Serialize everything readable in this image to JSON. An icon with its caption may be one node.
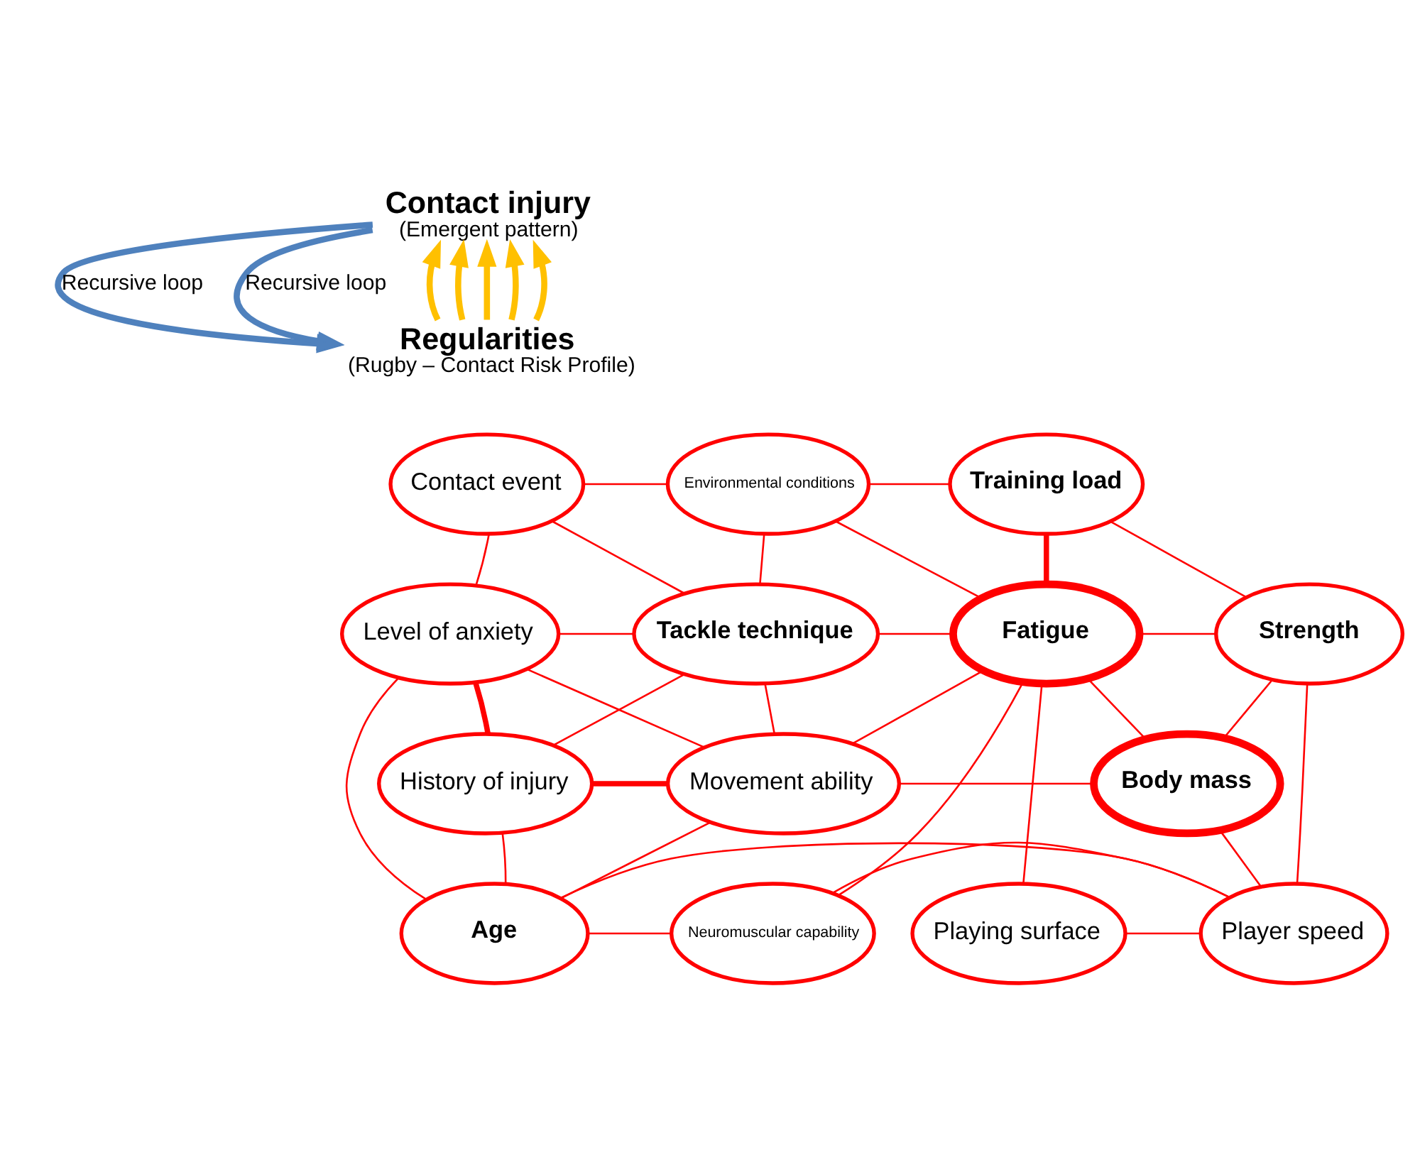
{
  "diagram": {
    "nodes": [
      {
        "text": [
          "Contact injury",
          "(Emergent pattern)"
        ]
      },
      {
        "text": [
          "Regularities",
          "(Rugby – Contact Risk Profile)"
        ]
      },
      {
        "text": [
          "Environmental conditions"
        ]
      },
      {
        "text": [
          "Contact event"
        ]
      },
      {
        "text": [
          "Training load"
        ]
      },
      {
        "text": [
          "Level of anxiety"
        ]
      },
      {
        "text": [
          "Tackle technique"
        ]
      },
      {
        "text": [
          "Strength"
        ]
      },
      {
        "text": [
          "Fatigue"
        ]
      },
      {
        "text": [
          "History of injury"
        ]
      },
      {
        "text": [
          "Movement ability"
        ]
      },
      {
        "text": [
          "Body mass"
        ]
      },
      {
        "text": [
          "Neuromuscular capability"
        ]
      },
      {
        "text": [
          "Age"
        ]
      },
      {
        "text": [
          "Player speed"
        ]
      },
      {
        "text": [
          "Playing surface"
        ]
      }
    ],
    "edges": [
      {
        "from": 0,
        "to": 1,
        "arrow": "to",
        "label": "Recursive loop",
        "color": "#4f81bd",
        "style": "thick"
      },
      {
        "from": 0,
        "to": 1,
        "arrow": "to",
        "label": "Recursive loop",
        "color": "#4f81bd",
        "style": "thick"
      },
      {
        "from": 1,
        "to": 0,
        "arrow": "to",
        "color": "#ffc000",
        "style": "thick"
      },
      {
        "from": 1,
        "to": 0,
        "arrow": "to",
        "color": "#ffc000",
        "style": "thick"
      },
      {
        "from": 1,
        "to": 0,
        "arrow": "to",
        "color": "#ffc000",
        "style": "thick"
      },
      {
        "from": 1,
        "to": 0,
        "arrow": "to",
        "color": "#ffc000",
        "style": "thick"
      },
      {
        "from": 1,
        "to": 0,
        "arrow": "to",
        "color": "#ffc000",
        "style": "thick"
      },
      {
        "from": 3,
        "to": 2,
        "arrow": "none"
      },
      {
        "from": 5,
        "to": 3,
        "arrow": "none"
      },
      {
        "from": 3,
        "to": 6,
        "arrow": "none"
      },
      {
        "from": 2,
        "to": 6,
        "arrow": "none"
      },
      {
        "from": 2,
        "to": 4,
        "arrow": "none"
      },
      {
        "from": 2,
        "to": 8,
        "arrow": "none"
      },
      {
        "from": 5,
        "to": 6,
        "arrow": "none"
      },
      {
        "from": 5,
        "to": 10,
        "arrow": "none"
      },
      {
        "from": 5,
        "to": 9,
        "arrow": "none",
        "style": "thick"
      },
      {
        "from": 5,
        "to": 13,
        "arrow": "none"
      },
      {
        "from": 6,
        "to": 8,
        "arrow": "none"
      },
      {
        "from": 6,
        "to": 9,
        "arrow": "none"
      },
      {
        "from": 6,
        "to": 10,
        "arrow": "none"
      },
      {
        "from": 9,
        "to": 10,
        "arrow": "none",
        "style": "thick"
      },
      {
        "from": 9,
        "to": 13,
        "arrow": "none"
      },
      {
        "from": 10,
        "to": 8,
        "arrow": "none"
      },
      {
        "from": 10,
        "to": 11,
        "arrow": "none"
      },
      {
        "from": 10,
        "to": 13,
        "arrow": "none"
      },
      {
        "from": 13,
        "to": 12,
        "arrow": "none"
      },
      {
        "from": 13,
        "to": 14,
        "arrow": "none"
      },
      {
        "from": 4,
        "to": 8,
        "arrow": "none",
        "style": "thick"
      },
      {
        "from": 4,
        "to": 7,
        "arrow": "none"
      },
      {
        "from": 8,
        "to": 7,
        "arrow": "none"
      },
      {
        "from": 8,
        "to": 11,
        "arrow": "none"
      },
      {
        "from": 8,
        "to": 12,
        "arrow": "none"
      },
      {
        "from": 8,
        "to": 15,
        "arrow": "none"
      },
      {
        "from": 7,
        "to": 11,
        "arrow": "none"
      },
      {
        "from": 7,
        "to": 14,
        "arrow": "none"
      },
      {
        "from": 11,
        "to": 14,
        "arrow": "none"
      },
      {
        "from": 12,
        "to": 14,
        "arrow": "none"
      },
      {
        "from": 15,
        "to": 14,
        "arrow": "none"
      }
    ]
  }
}
